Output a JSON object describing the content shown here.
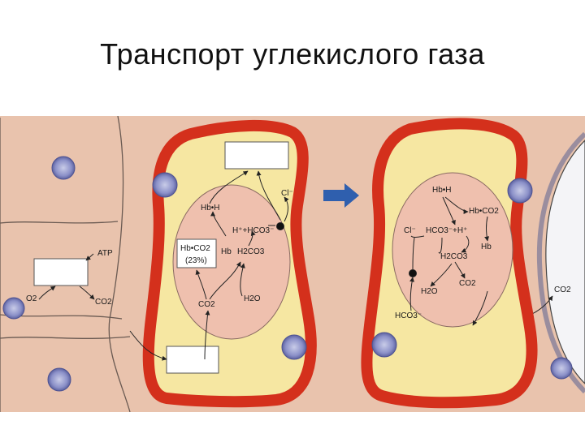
{
  "title": "Транспорт углекислого газа",
  "labels": {
    "atp": "ATP",
    "o2_left": "O2",
    "co2_left": "CO2",
    "hb_h_left": "Hb•H",
    "cl_left": "Cl⁻",
    "h_hco3": "H⁺+HCO3⁻",
    "hb_co2_box_line1": "Hb•CO2",
    "hb_co2_box_line2": "(23%)",
    "hb_left": "Hb",
    "h2co3_left": "H2CO3",
    "co2_cell_left": "CO2",
    "h2o_left": "H2O",
    "hb_h_right": "Hb•H",
    "hb_co2_right": "Hb•CO2",
    "cl_right": "Cl⁻",
    "hco3_h_right": "HCO3⁻+H⁺",
    "hb_right": "Hb",
    "h2co3_right": "H2CO3",
    "co2_cell_right": "CO2",
    "h2o_right": "H2O",
    "hco3_right": "HCO3⁻",
    "co2_far_right": "CO2"
  },
  "colors": {
    "vessel_wall": "#d4301c",
    "plasma": "#f6e7a2",
    "rbc": "#efc0ae",
    "tissue": "#e9c3ad",
    "nucleus": "#8b90c8",
    "arrow_blue": "#2f5fae"
  }
}
